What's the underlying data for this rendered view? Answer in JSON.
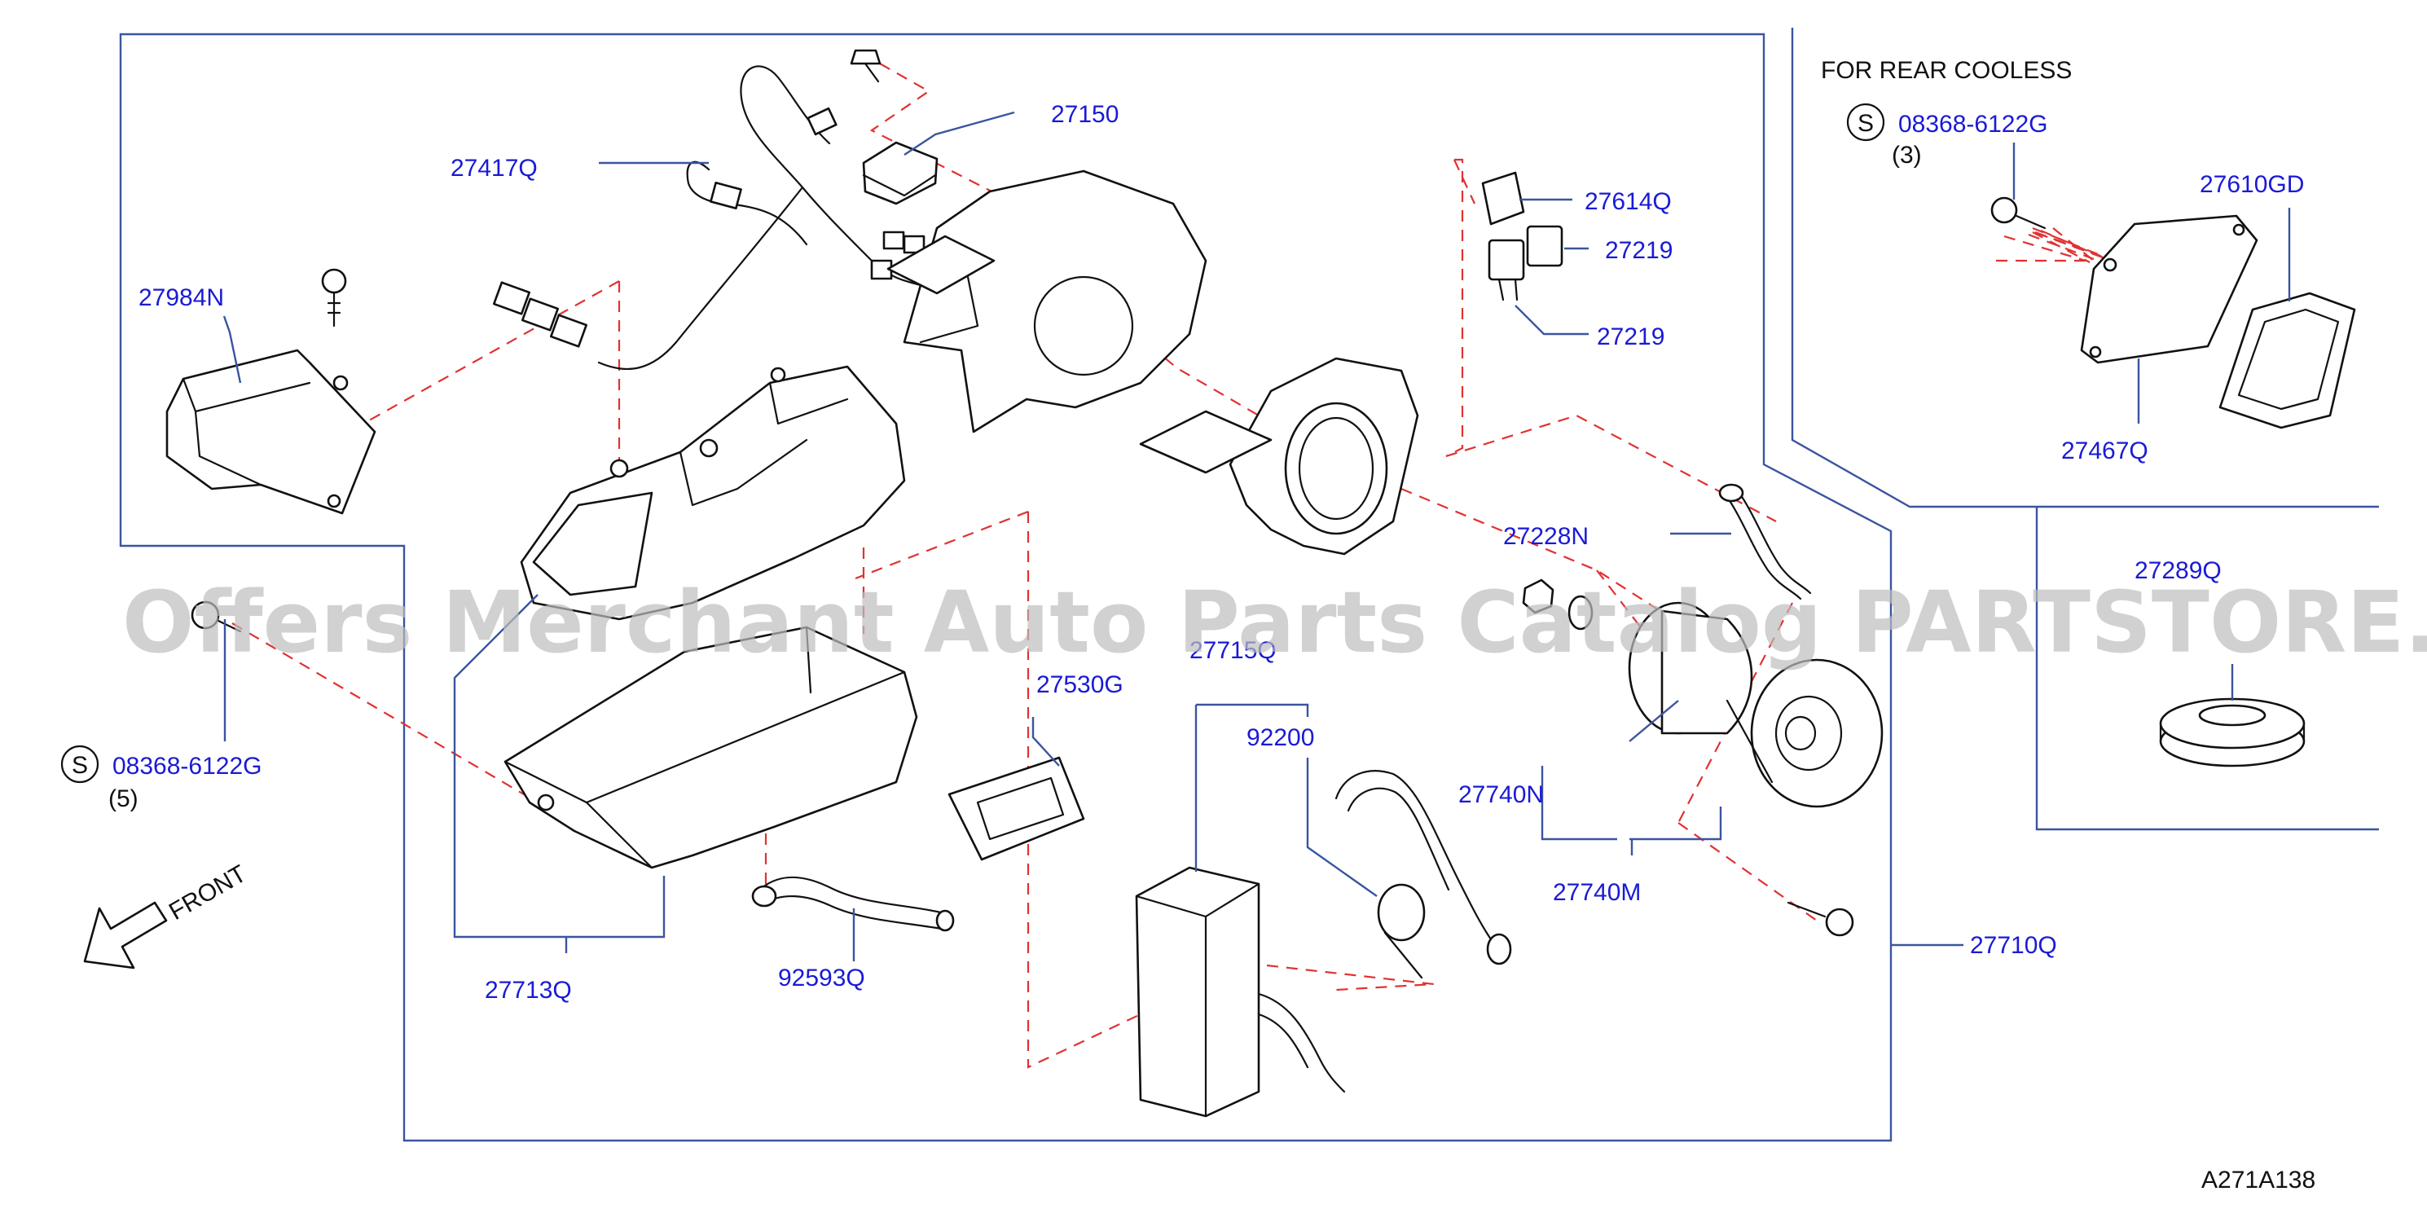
{
  "header_note": "FOR  REAR  COOLESS",
  "watermark": "Offers Merchant Auto Parts Catalog PARTSTORE.SA",
  "diagram_code": "A271A138",
  "front_label": "FRONT",
  "parts": {
    "p27150": "27150",
    "p27417Q": "27417Q",
    "p27984N": "27984N",
    "p27614Q": "27614Q",
    "p27219a": "27219",
    "p27219b": "27219",
    "p27228N": "27228N",
    "p27715Q": "27715Q",
    "p27530G": "27530G",
    "p92200": "92200",
    "p27740N": "27740N",
    "p27740M": "27740M",
    "p27710Q": "27710Q",
    "p27713Q": "27713Q",
    "p92593Q": "92593Q",
    "p27610GD": "27610GD",
    "p27467Q": "27467Q",
    "p27289Q": "27289Q"
  },
  "screws": {
    "left": {
      "symbol": "S",
      "part_no": "08368-6122G",
      "qty": "(5)"
    },
    "right": {
      "symbol": "S",
      "part_no": "08368-6122G",
      "qty": "(3)"
    }
  }
}
